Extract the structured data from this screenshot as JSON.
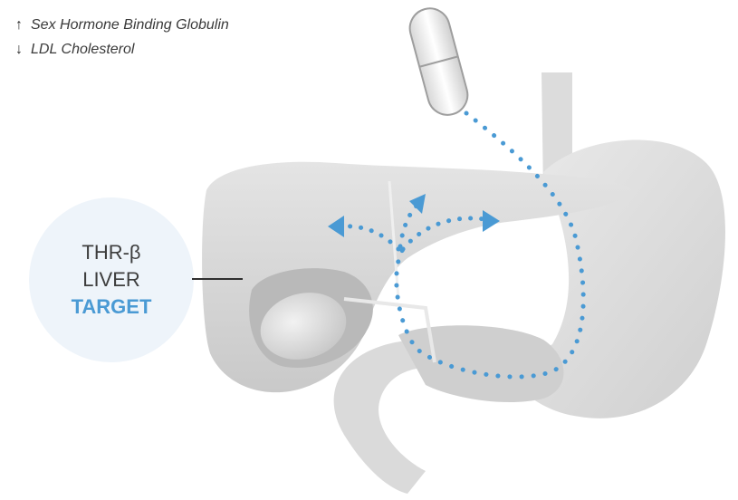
{
  "legend": {
    "items": [
      {
        "arrow": "↑",
        "text": "Sex Hormone Binding Globulin"
      },
      {
        "arrow": "↓",
        "text": "LDL Cholesterol"
      }
    ]
  },
  "target": {
    "line1": "THR-β",
    "line2": "LIVER",
    "line3": "TARGET"
  },
  "colors": {
    "accent": "#4a9ad4",
    "organ": "#d9d9d9",
    "organ_shadow": "#bdbdbd",
    "bubble": "#eef4fa"
  },
  "icons": [
    "up-arrow-icon",
    "down-arrow-icon",
    "capsule-icon",
    "liver-icon",
    "stomach-icon",
    "gallbladder-icon"
  ]
}
